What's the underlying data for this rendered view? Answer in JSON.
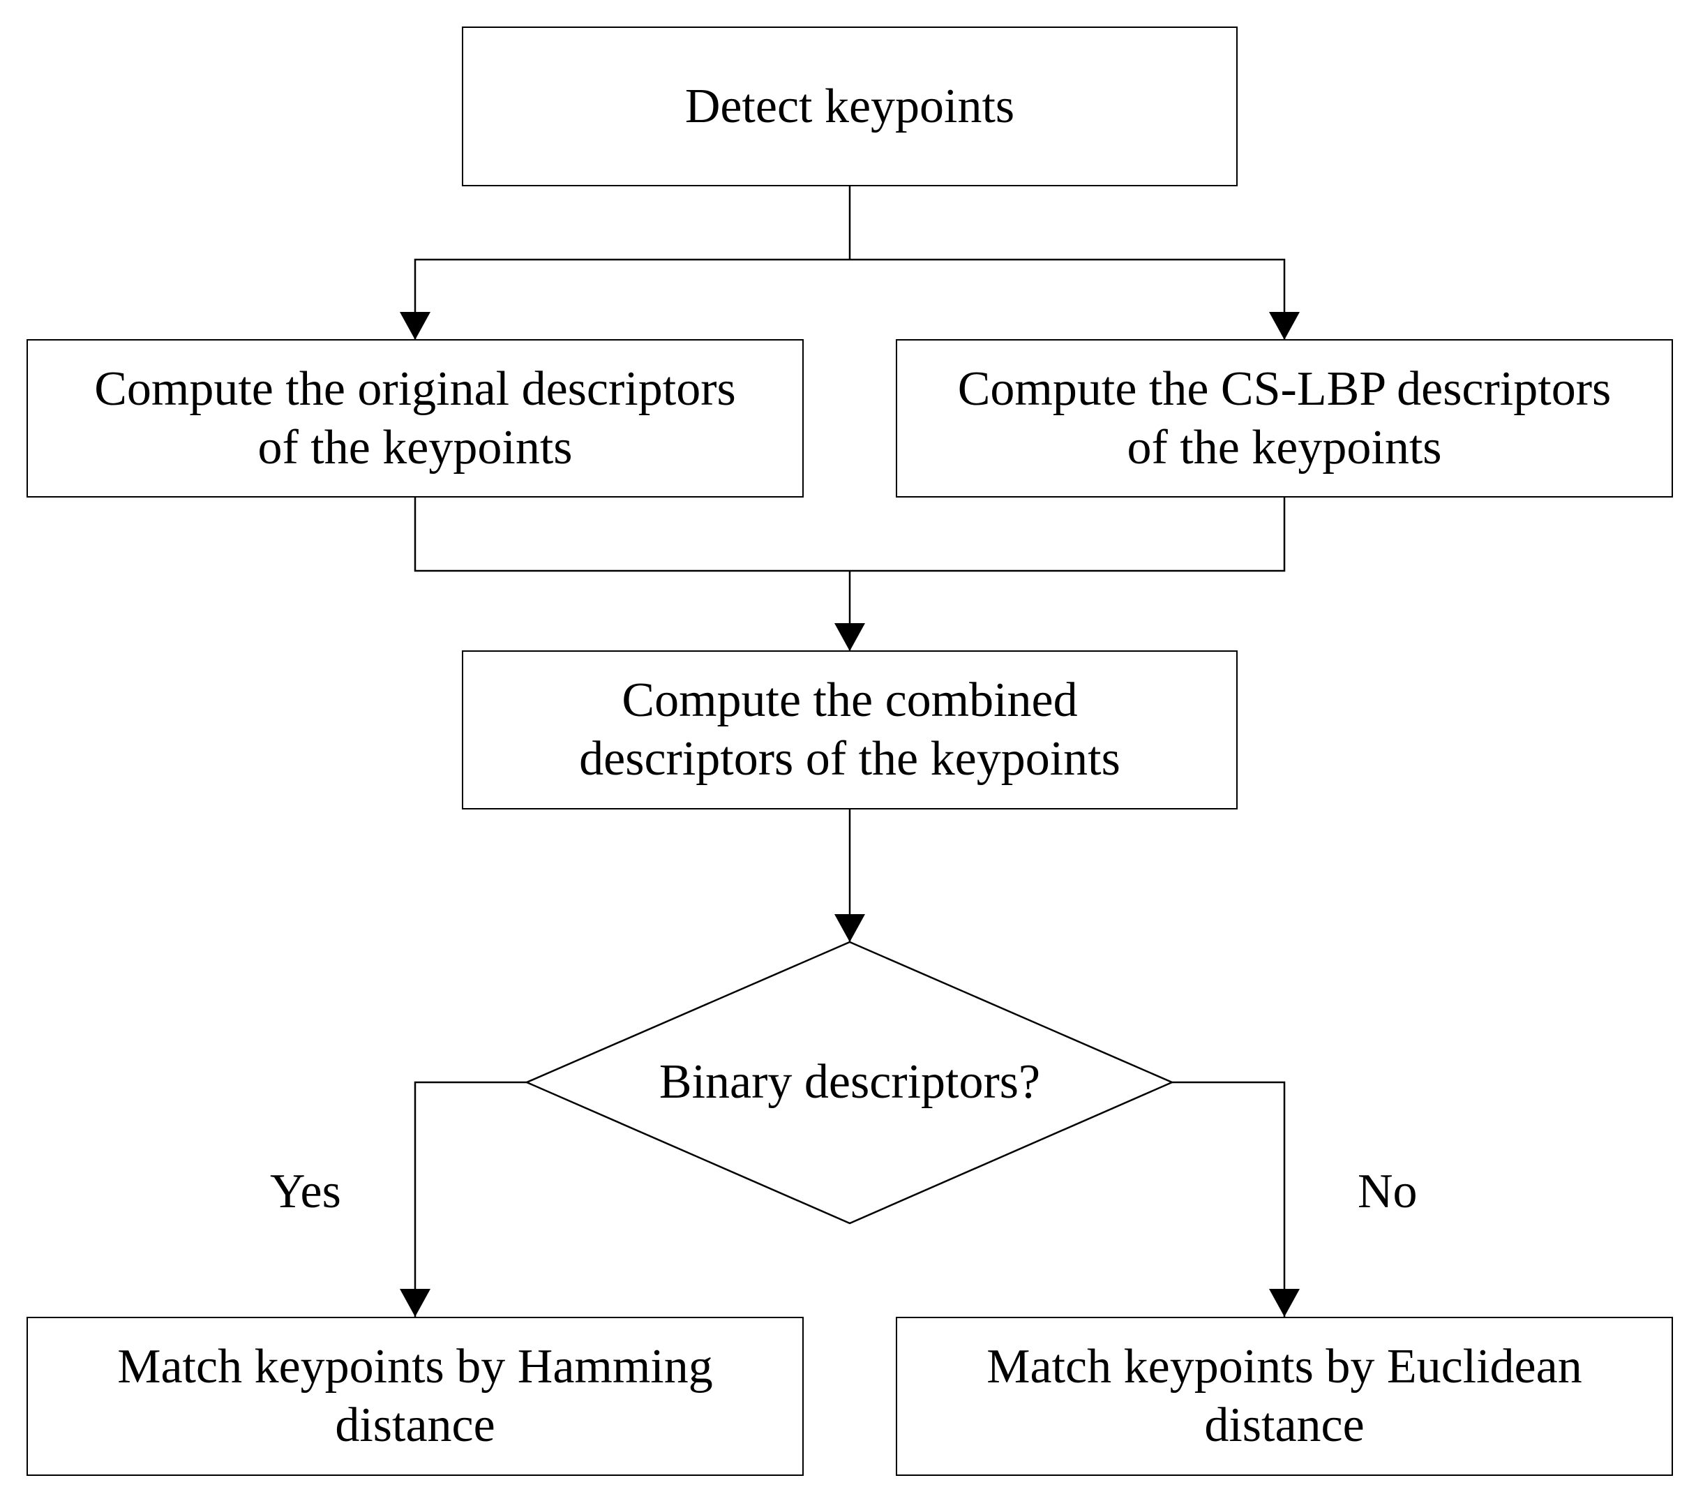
{
  "nodes": {
    "detect": {
      "label": "Detect keypoints"
    },
    "original": {
      "label": "Compute the original descriptors\nof the keypoints"
    },
    "cslbp": {
      "label": "Compute the CS-LBP descriptors\nof the keypoints"
    },
    "combined": {
      "label": "Compute the combined\ndescriptors of the keypoints"
    },
    "decision": {
      "label": "Binary descriptors?"
    },
    "hamming": {
      "label": "Match keypoints by Hamming\ndistance"
    },
    "euclidean": {
      "label": "Match keypoints by Euclidean\ndistance"
    }
  },
  "edges": {
    "yes_label": "Yes",
    "no_label": "No"
  },
  "colors": {
    "stroke": "#000000",
    "fill": "#ffffff"
  }
}
